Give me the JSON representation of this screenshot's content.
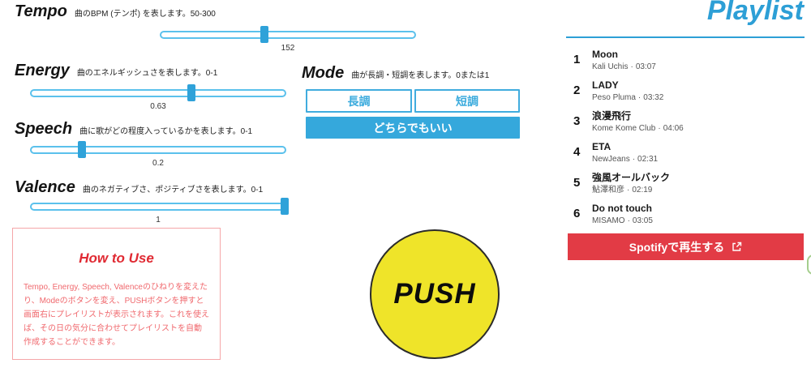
{
  "sliders": [
    {
      "label": "Tempo",
      "description": "曲のBPM (テンポ) を表します。50-300",
      "value": "152",
      "percent": 40.8
    },
    {
      "label": "Energy",
      "description": "曲のエネルギッシュさを表します。0-1",
      "value": "0.63",
      "percent": 63
    },
    {
      "label": "Speech",
      "description": "曲に歌がどの程度入っているかを表します。0-1",
      "value": "0.2",
      "percent": 20
    },
    {
      "label": "Valence",
      "description": "曲のネガティブさ、ポジティブさを表します。0-1",
      "value": "1",
      "percent": 100
    }
  ],
  "mode": {
    "label": "Mode",
    "description": "曲が長調・短調を表します。0または1",
    "buttons": [
      {
        "label": "長調",
        "selected": false
      },
      {
        "label": "短調",
        "selected": false
      },
      {
        "label": "どちらでもいい",
        "selected": true
      }
    ]
  },
  "push_button": {
    "label": "PUSH"
  },
  "how_to_use": {
    "title": "How to Use",
    "body": "Tempo, Energy, Speech, Valenceのひねりを変えたり、Modeのボタンを変え、PUSHボタンを押すと画面右にプレイリストが表示されます。これを使えば、その日の気分に合わせてプレイリストを自動作成することができます。"
  },
  "playlist": {
    "title": "Playlist",
    "separator": "·",
    "tracks": [
      {
        "index": "1",
        "title": "Moon",
        "artist": "Kali Uchis",
        "duration": "03:07"
      },
      {
        "index": "2",
        "title": "LADY",
        "artist": "Peso Pluma",
        "duration": "03:32"
      },
      {
        "index": "3",
        "title": "浪漫飛行",
        "artist": "Kome Kome Club",
        "duration": "04:06"
      },
      {
        "index": "4",
        "title": "ETA",
        "artist": "NewJeans",
        "duration": "02:31"
      },
      {
        "index": "5",
        "title": "強風オールバック",
        "artist": "鮎澤和彦",
        "duration": "02:19"
      },
      {
        "index": "6",
        "title": "Do not touch",
        "artist": "MISAMO",
        "duration": "03:05"
      }
    ],
    "spotify_button": {
      "label": "Spotifyで再生する"
    }
  },
  "colors": {
    "accent_blue": "#35a8dc",
    "slider_track_blue": "#5bc1ec",
    "slider_thumb_blue": "#2fa2d9",
    "playlist_blue": "#2d9fd6",
    "spotify_red": "#e23b45",
    "howto_red": "#e02a33",
    "howto_body_red": "#f0696e",
    "push_yellow": "#efe429"
  }
}
